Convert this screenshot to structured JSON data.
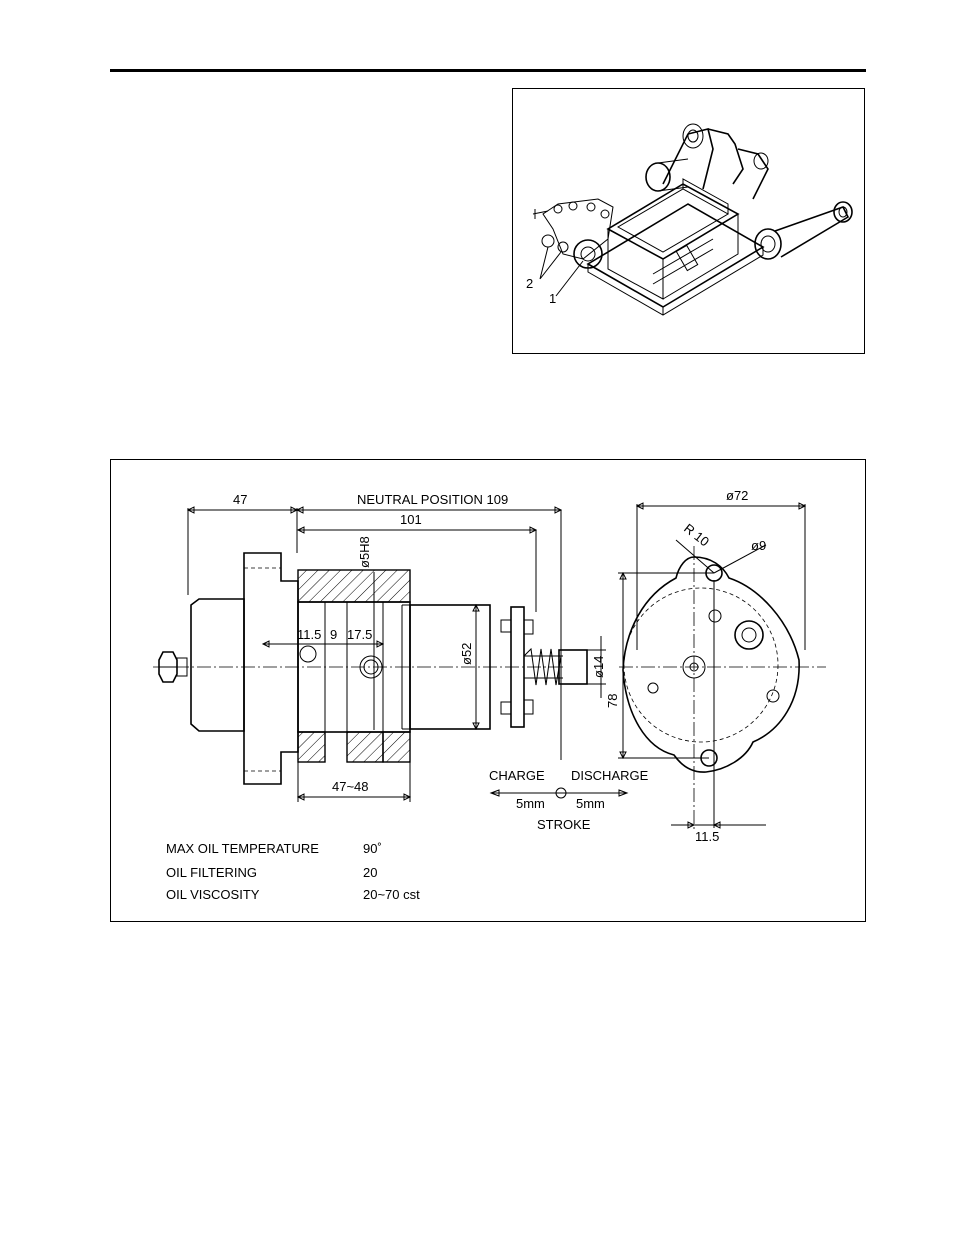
{
  "figure1": {
    "callouts": [
      "2",
      "1"
    ]
  },
  "figure2": {
    "dimensions": {
      "d47": "47",
      "neutral": "NEUTRAL POSITION 109",
      "d101": "101",
      "bore": "ø5H8",
      "d11_5a": "11.5",
      "d9": "9",
      "d17_5": "17.5",
      "dia52": "ø52",
      "dia14": "ø14",
      "d47_48": "47~48",
      "dia72": "ø72",
      "r10": "R 10",
      "dia9": "ø9",
      "d78": "78",
      "d11_5b": "11.5"
    },
    "stroke": {
      "charge": "CHARGE",
      "discharge": "DISCHARGE",
      "left_mm": "5mm",
      "right_mm": "5mm",
      "label": "STROKE"
    },
    "specs": [
      {
        "label": "MAX OIL TEMPERATURE",
        "value": "90˚"
      },
      {
        "label": "OIL FILTERING",
        "value": "20"
      },
      {
        "label": "OIL VISCOSITY",
        "value": "20~70 cst"
      }
    ]
  }
}
